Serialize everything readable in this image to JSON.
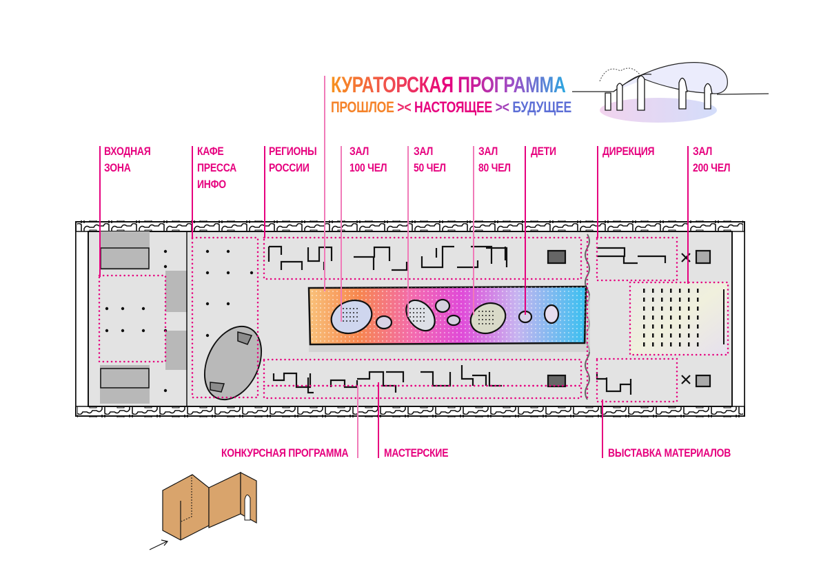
{
  "header": {
    "title": "КУРАТОРСКАЯ ПРОГРАММА",
    "subtitle_parts": [
      "ПРОШЛОЕ",
      "><",
      "НАСТОЯЩЕЕ",
      "><",
      "БУДУЩЕЕ"
    ]
  },
  "colors": {
    "accent": "#e6007e",
    "gradient_start": "#f7931e",
    "gradient_mid": "#e6007e",
    "gradient_end": "#2aa8e0",
    "floor": "#e6e6e6",
    "walls": "#111111",
    "booth": "#d9a46c"
  },
  "top_labels": [
    {
      "id": "entrance",
      "lines": [
        "ВХОДНАЯ",
        "ЗОНА"
      ]
    },
    {
      "id": "cafe",
      "lines": [
        "КАФЕ",
        "ПРЕССА",
        "ИНФО"
      ]
    },
    {
      "id": "regions",
      "lines": [
        "РЕГИОНЫ",
        "РОССИИ"
      ]
    },
    {
      "id": "hall100",
      "lines": [
        "ЗАЛ",
        "100 ЧЕЛ"
      ]
    },
    {
      "id": "hall50",
      "lines": [
        "ЗАЛ",
        "50 ЧЕЛ"
      ]
    },
    {
      "id": "hall80",
      "lines": [
        "ЗАЛ",
        "80 ЧЕЛ"
      ]
    },
    {
      "id": "kids",
      "lines": [
        "ДЕТИ"
      ]
    },
    {
      "id": "directorate",
      "lines": [
        "ДИРЕКЦИЯ"
      ]
    },
    {
      "id": "hall200",
      "lines": [
        "ЗАЛ",
        "200 ЧЕЛ"
      ]
    }
  ],
  "bottom_labels": [
    {
      "id": "competition",
      "text": "КОНКУРСНАЯ ПРОГРАММА"
    },
    {
      "id": "workshops",
      "text": "МАСТЕРСКИЕ"
    },
    {
      "id": "materials",
      "text": "ВЫСТАВКА МАТЕРИАЛОВ"
    }
  ],
  "icons": {
    "people_sketch": "people-under-canopy-icon",
    "booth_sketch": "exhibition-booth-icon",
    "entry_arrow": "arrow-icon"
  }
}
